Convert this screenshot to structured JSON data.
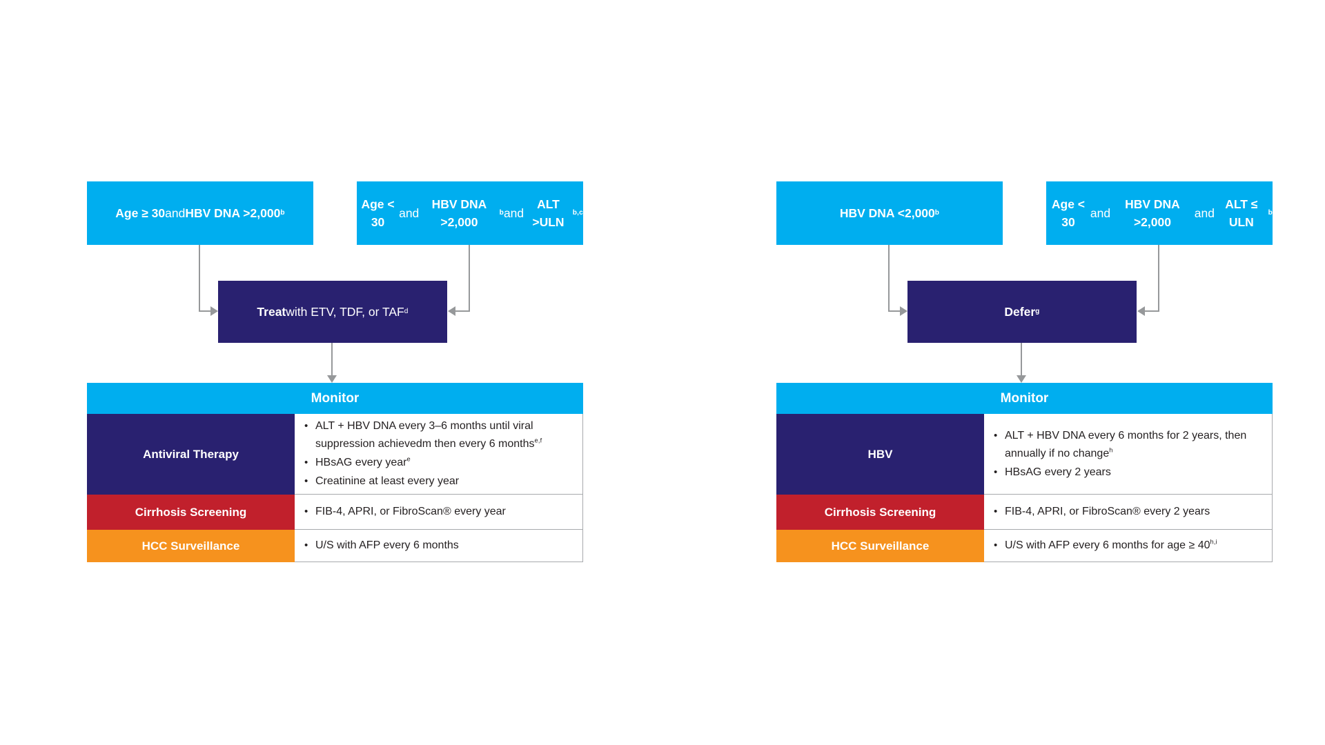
{
  "colors": {
    "cyan": "#00AEEF",
    "navy": "#292170",
    "red": "#C1202C",
    "orange": "#F6921E",
    "line": "#96989A",
    "border": "#A7A9AC",
    "text": "#231F20"
  },
  "charts": [
    {
      "name": "treat-pathway",
      "condition_a": [
        {
          "t": "Age ≥ 30",
          "b": true
        },
        {
          "t": " and",
          "b": false
        },
        {
          "br": true
        },
        {
          "t": "HBV DNA >2,000",
          "b": true
        },
        {
          "t": "b",
          "b": true,
          "sup": true
        }
      ],
      "condition_b": [
        {
          "t": "Age < 30",
          "b": true
        },
        {
          "t": " and ",
          "b": false
        },
        {
          "t": "HBV DNA >2,000",
          "b": true
        },
        {
          "t": "b",
          "b": true,
          "sup": true
        },
        {
          "br": true
        },
        {
          "t": "and ",
          "b": false
        },
        {
          "t": "ALT >ULN",
          "b": true
        },
        {
          "t": "b,c",
          "b": true,
          "sup": true
        }
      ],
      "decision": [
        {
          "t": "Treat",
          "b": true
        },
        {
          "br": true
        },
        {
          "t": "with ETV, TDF, or TAF",
          "b": false
        },
        {
          "t": "d",
          "b": false,
          "sup": true
        }
      ],
      "monitor": {
        "header": "Monitor",
        "rows": [
          {
            "label": "Antiviral Therapy",
            "color": "navy",
            "bullets": [
              [
                {
                  "t": "ALT + HBV DNA every 3–6 months until viral suppression achievedm then every 6 months"
                },
                {
                  "t": "e,f",
                  "sup": true
                }
              ],
              [
                {
                  "t": "HBsAG every year"
                },
                {
                  "t": "e",
                  "sup": true
                }
              ],
              [
                {
                  "t": "Creatinine at least every year"
                }
              ]
            ]
          },
          {
            "label": "Cirrhosis Screening",
            "color": "red",
            "bullets": [
              [
                {
                  "t": "FIB-4, APRI, or FibroScan® every year"
                }
              ]
            ]
          },
          {
            "label": "HCC Surveillance",
            "color": "orange",
            "bullets": [
              [
                {
                  "t": "U/S with AFP every 6 months"
                }
              ]
            ]
          }
        ]
      }
    },
    {
      "name": "defer-pathway",
      "condition_a": [
        {
          "t": "HBV DNA <2,000",
          "b": true
        },
        {
          "t": "b",
          "b": true,
          "sup": true
        }
      ],
      "condition_b": [
        {
          "t": "Age < 30",
          "b": true
        },
        {
          "t": " and ",
          "b": false
        },
        {
          "t": "HBV DNA >2,000",
          "b": true
        },
        {
          "br": true
        },
        {
          "t": "and ",
          "b": false
        },
        {
          "t": "ALT ≤ ULN",
          "b": true
        },
        {
          "t": "b",
          "b": true,
          "sup": true
        }
      ],
      "decision": [
        {
          "t": "Defer",
          "b": true
        },
        {
          "t": "g",
          "b": true,
          "sup": true
        }
      ],
      "monitor": {
        "header": "Monitor",
        "rows": [
          {
            "label": "HBV",
            "color": "navy",
            "bullets": [
              [
                {
                  "t": "ALT + HBV DNA every 6 months for 2 years, then annually if no change"
                },
                {
                  "t": "h",
                  "sup": true
                }
              ],
              [
                {
                  "t": "HBsAG every 2 years"
                }
              ]
            ]
          },
          {
            "label": "Cirrhosis Screening",
            "color": "red",
            "bullets": [
              [
                {
                  "t": "FIB-4, APRI, or FibroScan® every 2 years"
                }
              ]
            ]
          },
          {
            "label": "HCC Surveillance",
            "color": "orange",
            "bullets": [
              [
                {
                  "t": "U/S with AFP every 6 months for age ≥ 40"
                },
                {
                  "t": "h,i",
                  "sup": true
                }
              ]
            ]
          }
        ]
      }
    }
  ]
}
